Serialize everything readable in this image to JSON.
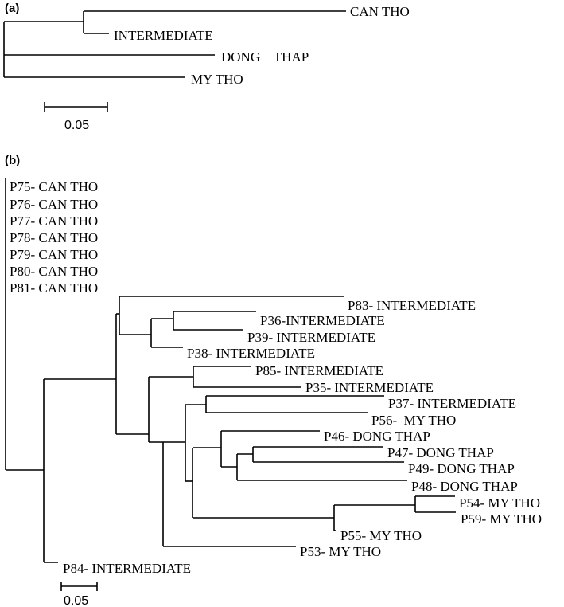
{
  "panel_a": {
    "label": "(a)",
    "leaves": {
      "can_tho": "CAN THO",
      "intermediate": "INTERMEDIATE",
      "dong_thap": "DONG    THAP",
      "my_tho": "MY THO"
    },
    "scale": "0.05"
  },
  "panel_b": {
    "label": "(b)",
    "leaves": {
      "p75": "P75- CAN THO",
      "p76": "P76- CAN THO",
      "p77": "P77- CAN THO",
      "p78": "P78- CAN THO",
      "p79": "P79- CAN THO",
      "p80": "P80- CAN THO",
      "p81": "P81- CAN THO",
      "p83": "P83- INTERMEDIATE",
      "p36": "P36-INTERMEDIATE",
      "p39": "P39- INTERMEDIATE",
      "p38": "P38- INTERMEDIATE",
      "p85": "P85- INTERMEDIATE",
      "p35": "P35- INTERMEDIATE",
      "p37": "P37- INTERMEDIATE",
      "p56": "P56-  MY THO",
      "p46": "P46- DONG THAP",
      "p47": "P47- DONG THAP",
      "p49": "P49- DONG THAP",
      "p48": "P48- DONG THAP",
      "p54": "P54- MY THO",
      "p59": "P59- MY THO",
      "p55": "P55- MY THO",
      "p53": "P53- MY THO",
      "p84": "P84- INTERMEDIATE"
    },
    "scale": "0.05"
  }
}
